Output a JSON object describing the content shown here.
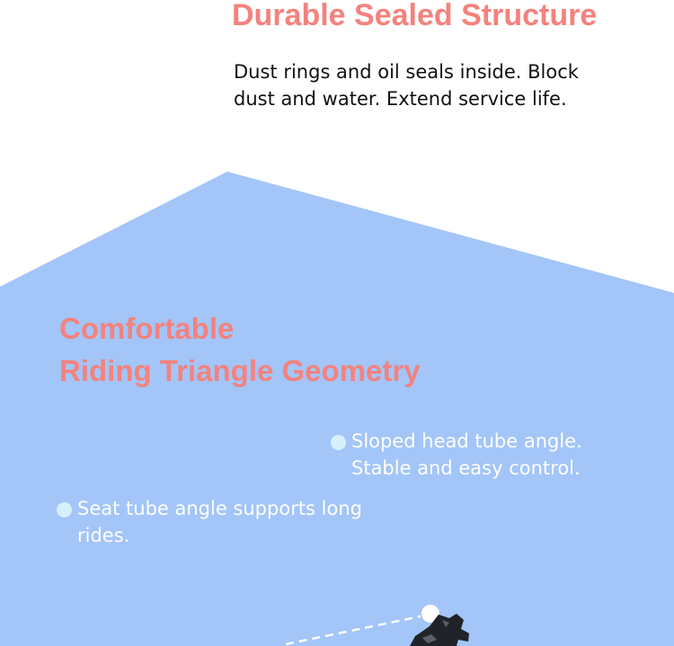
{
  "sealed": {
    "title": "Durable Sealed Structure",
    "description": "Dust rings and oil seals inside. Block dust and water. Extend service life."
  },
  "geometry": {
    "title_line1": "Comfortable",
    "title_line2": "Riding Triangle Geometry",
    "bullets": [
      {
        "text": "Sloped head tube angle. Stable and easy control."
      },
      {
        "text": "Seat tube angle supports long rides."
      }
    ]
  },
  "colors": {
    "heading_accent": "#f4827d",
    "panel_blue": "#a3c5f8",
    "bullet_dot": "#d6f1fc",
    "body_text": "#111111"
  },
  "icons": {
    "bullet": "dot-icon",
    "bike_part": "bicycle-detail-icon"
  }
}
